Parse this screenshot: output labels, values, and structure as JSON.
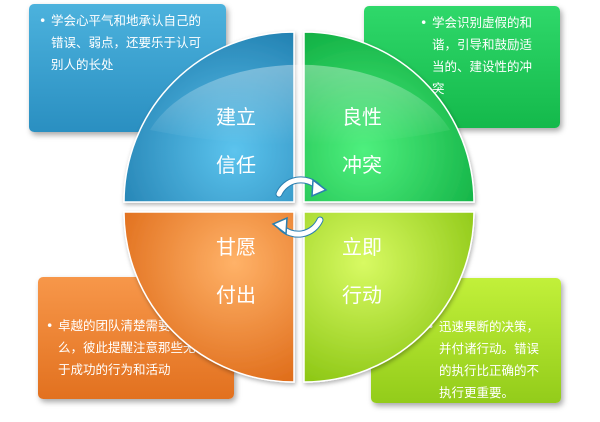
{
  "quadrants": {
    "top_left": {
      "line1": "建立",
      "line2": "信任",
      "desc": "学会心平气和地承认自己的错误、弱点，还要乐于认可别人的长处",
      "color": "#2a8fc1"
    },
    "top_right": {
      "line1": "良性",
      "line2": "冲突",
      "desc": "学会识别虚假的和谐，引导和鼓励适当的、建设性的冲突",
      "color": "#14b94b"
    },
    "bottom_left": {
      "line1": "甘愿",
      "line2": "付出",
      "desc": "卓越的团队清楚需要做什么，彼此提醒注意那些无助于成功的行为和活动",
      "color": "#e2711f"
    },
    "bottom_right": {
      "line1": "立即",
      "line2": "行动",
      "desc": "迅速果断的决策，并付诸行动。错误的执行比正确的不执行更重要。",
      "color": "#93cc1a"
    }
  },
  "center_icon": "cycle-arrows-icon"
}
